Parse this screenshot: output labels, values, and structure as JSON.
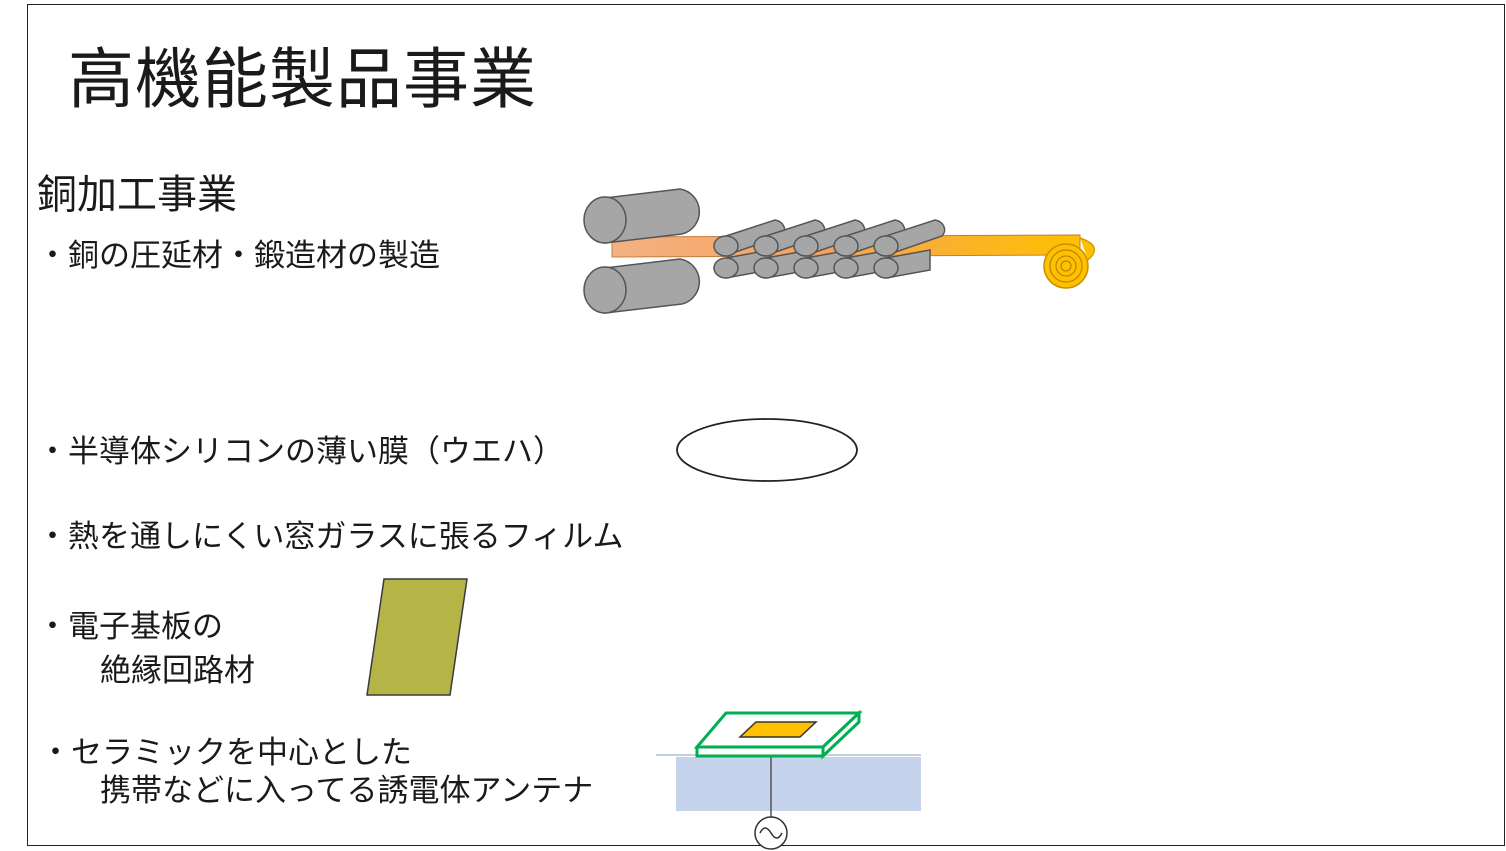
{
  "title": "高機能製品事業",
  "section": "銅加工事業",
  "items": [
    {
      "line1": "・銅の圧延材・鍛造材の製造"
    },
    {
      "line1": "・半導体シリコンの薄い膜（ウエハ）"
    },
    {
      "line1": "・熱を通しにくい窓ガラスに張るフィルム"
    },
    {
      "line1": "・電子基板の",
      "line2": "絶縁回路材"
    },
    {
      "line1": "・セラミックを中心とした",
      "line2": "携帯などに入ってる誘電体アンテナ"
    }
  ],
  "colors": {
    "roller_gray": "#a6a6a6",
    "copper_sheet": "#f4b183",
    "copper_coil": "#ffc000",
    "pcb_board": "#b5b547",
    "antenna_green": "#00b050",
    "antenna_patch": "#ffc000",
    "substrate_blue": "#c5d4ec"
  }
}
